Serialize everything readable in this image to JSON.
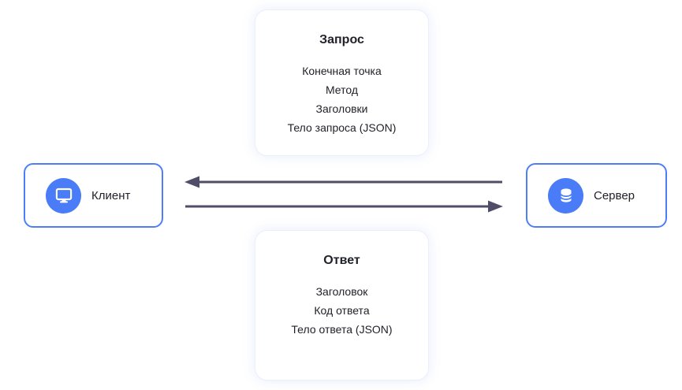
{
  "request_card": {
    "title": "Запрос",
    "items": [
      "Конечная точка",
      "Метод",
      "Заголовки",
      "Тело запроса (JSON)"
    ]
  },
  "response_card": {
    "title": "Ответ",
    "items": [
      "Заголовок",
      "Код ответа",
      "Тело ответа (JSON)"
    ]
  },
  "client_node": {
    "label": "Клиент",
    "icon": "monitor-icon"
  },
  "server_node": {
    "label": "Сервер",
    "icon": "database-icon"
  },
  "arrows": [
    {
      "name": "server-to-client",
      "direction": "left"
    },
    {
      "name": "client-to-server",
      "direction": "right"
    }
  ],
  "colors": {
    "node_border": "#4f7df7",
    "icon_circle": "#4a7cf8",
    "arrow": "#504d69",
    "card_border": "#e9effd",
    "text": "#21222a"
  }
}
